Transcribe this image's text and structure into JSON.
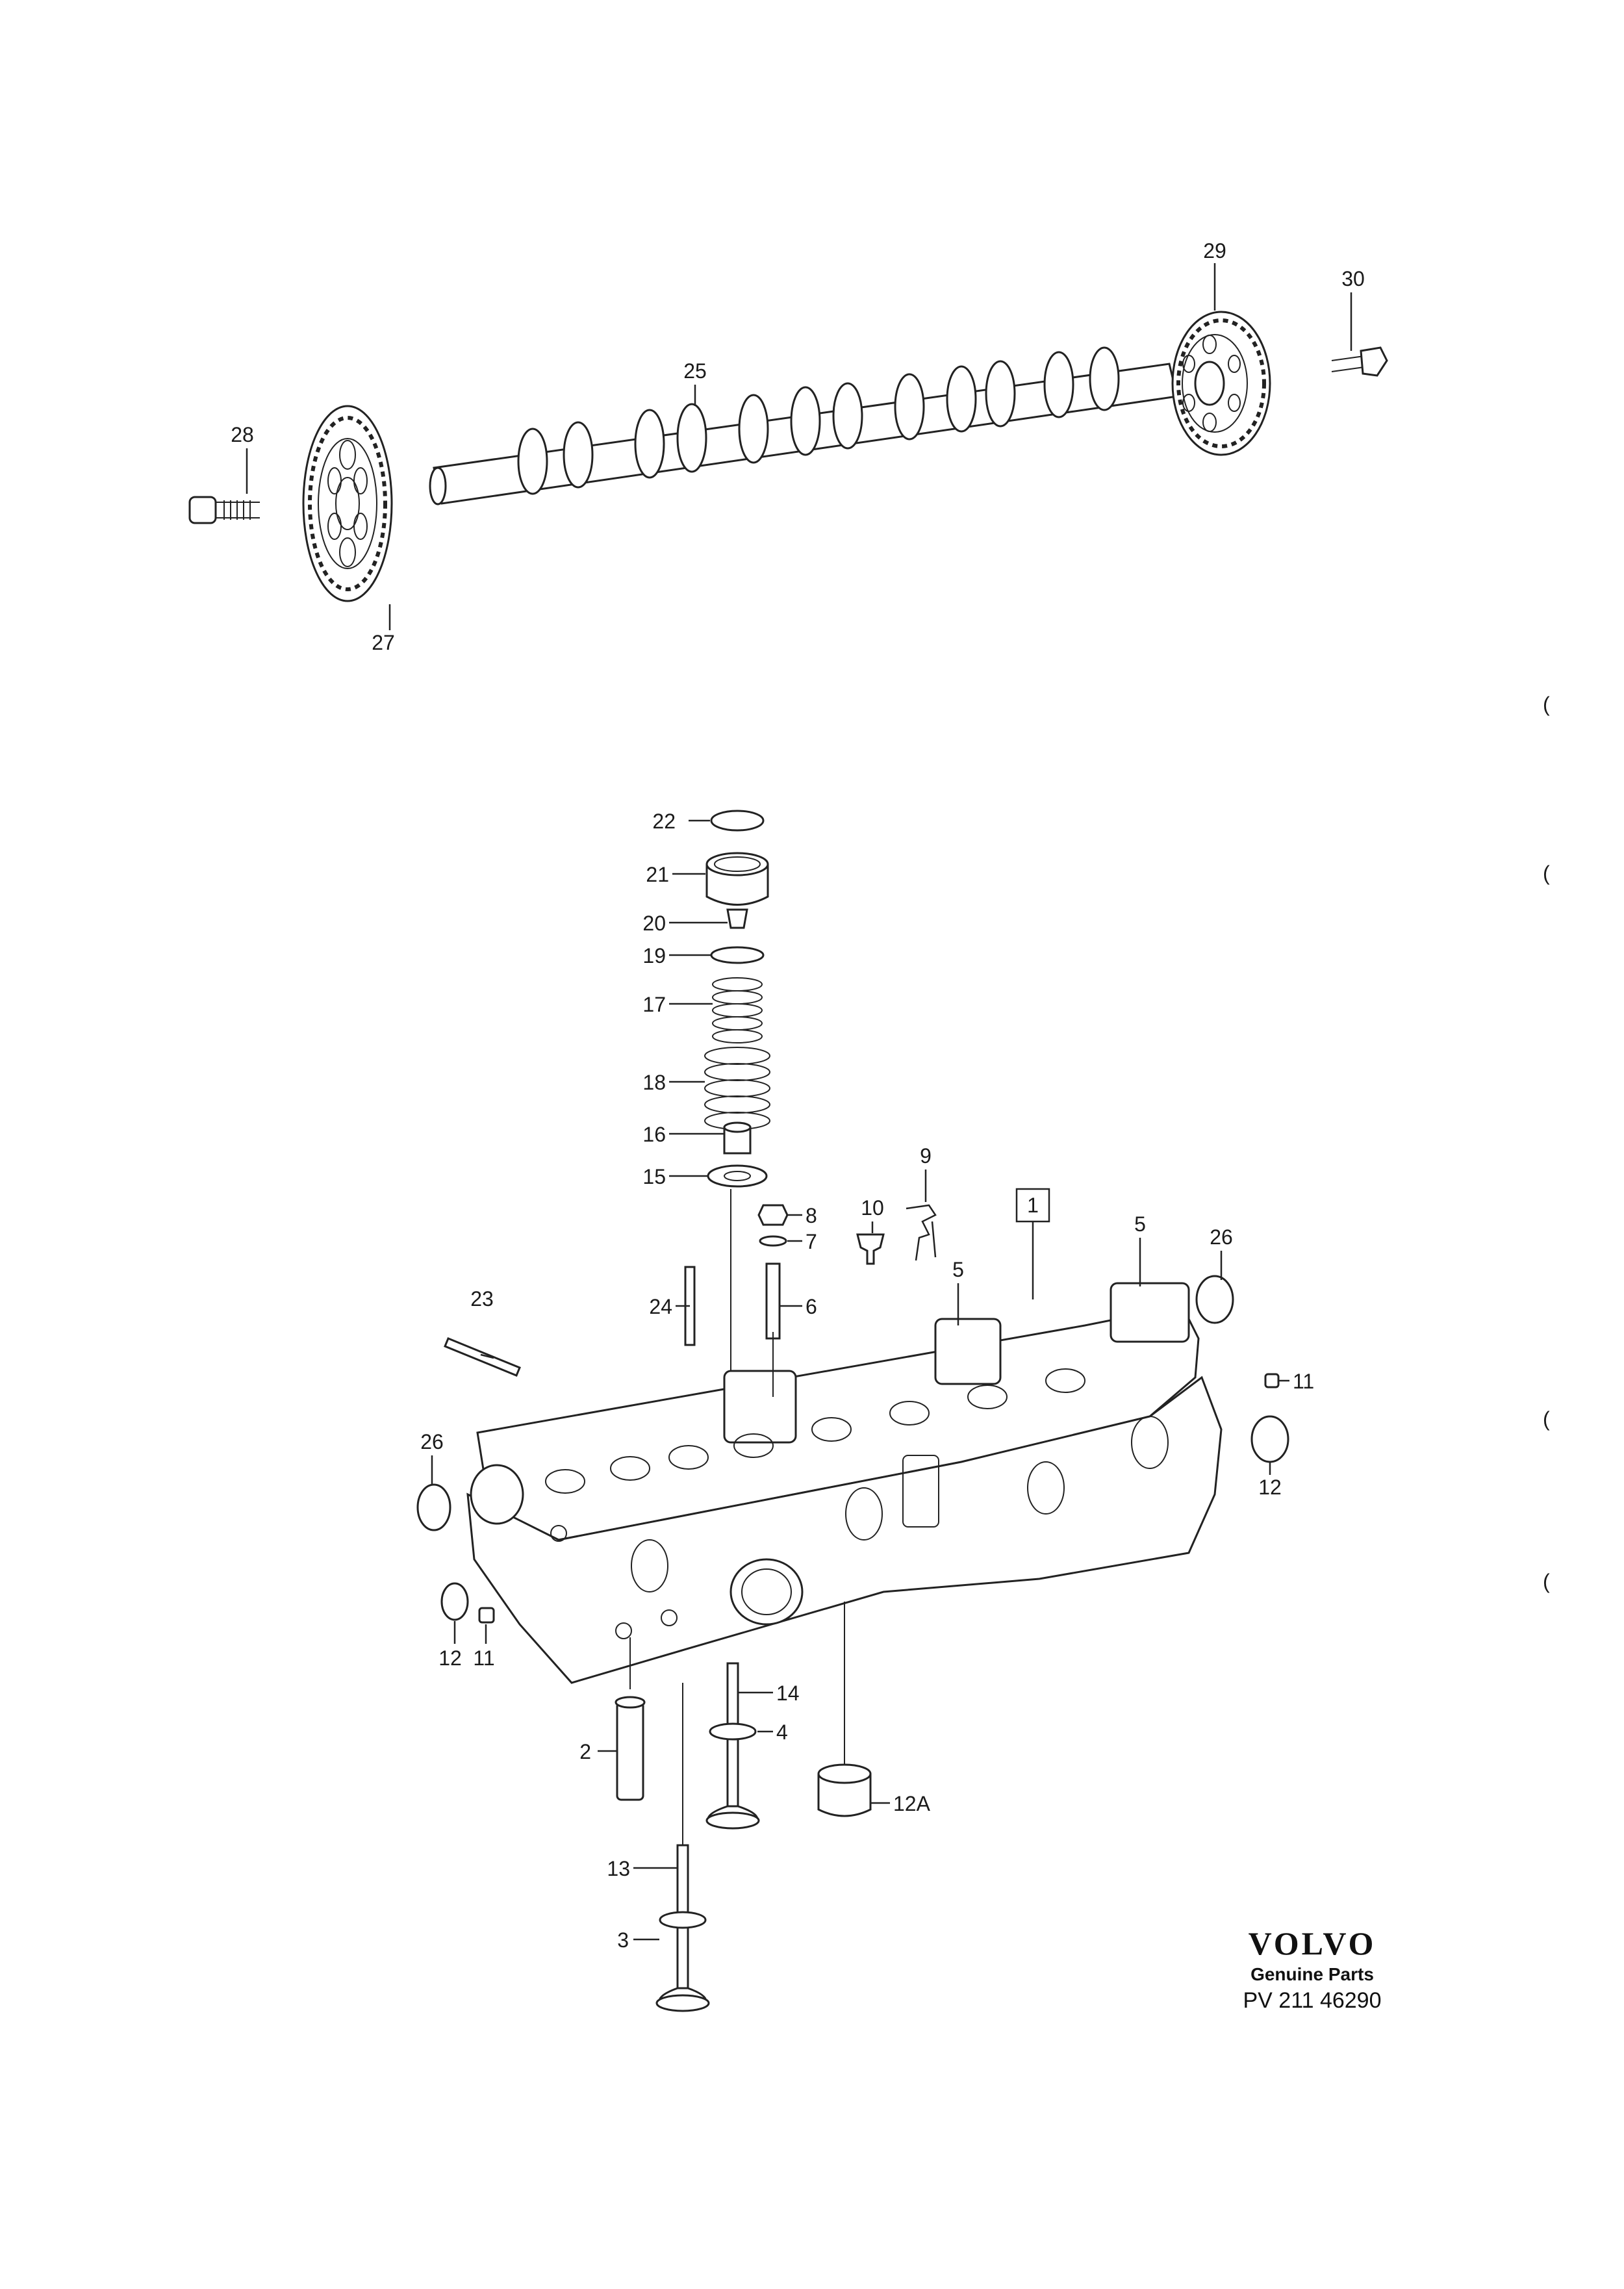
{
  "callouts": {
    "c1": "1",
    "c2": "2",
    "c3": "3",
    "c4": "4",
    "c5a": "5",
    "c5b": "5",
    "c6": "6",
    "c7": "7",
    "c8": "8",
    "c9": "9",
    "c10": "10",
    "c11a": "11",
    "c11b": "11",
    "c12a": "12",
    "c12b": "12",
    "c12A": "12A",
    "c13": "13",
    "c14": "14",
    "c15": "15",
    "c16": "16",
    "c17": "17",
    "c18": "18",
    "c19": "19",
    "c20": "20",
    "c21": "21",
    "c22": "22",
    "c23": "23",
    "c24": "24",
    "c25": "25",
    "c26a": "26",
    "c26b": "26",
    "c27": "27",
    "c28": "28",
    "c29": "29",
    "c30": "30"
  },
  "brand": {
    "logo": "VOLVO",
    "tagline": "Genuine Parts",
    "code": "PV 211 46290"
  },
  "margin_marks": [
    "(",
    "(",
    "(",
    "("
  ]
}
